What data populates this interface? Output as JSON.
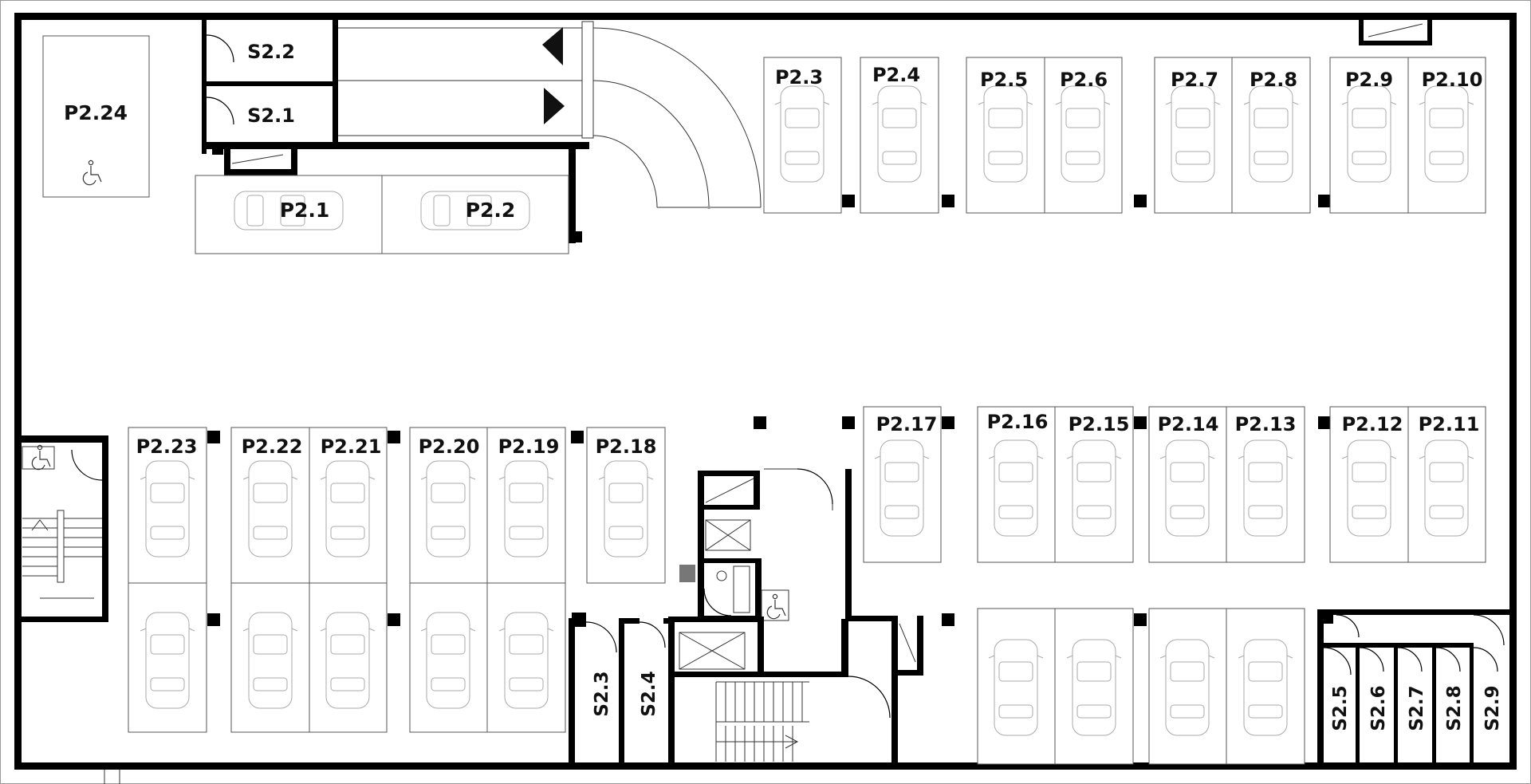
{
  "labels": {
    "p2_1": "P2.1",
    "p2_2": "P2.2",
    "p2_3": "P2.3",
    "p2_4": "P2.4",
    "p2_5": "P2.5",
    "p2_6": "P2.6",
    "p2_7": "P2.7",
    "p2_8": "P2.8",
    "p2_9": "P2.9",
    "p2_10": "P2.10",
    "p2_11": "P2.11",
    "p2_12": "P2.12",
    "p2_13": "P2.13",
    "p2_14": "P2.14",
    "p2_15": "P2.15",
    "p2_16": "P2.16",
    "p2_17": "P2.17",
    "p2_18": "P2.18",
    "p2_19": "P2.19",
    "p2_20": "P2.20",
    "p2_21": "P2.21",
    "p2_22": "P2.22",
    "p2_23": "P2.23",
    "p2_24": "P2.24",
    "s2_1": "S2.1",
    "s2_2": "S2.2",
    "s2_3": "S2.3",
    "s2_4": "S2.4",
    "s2_5": "S2.5",
    "s2_6": "S2.6",
    "s2_7": "S2.7",
    "s2_8": "S2.8",
    "s2_9": "S2.9"
  },
  "icons": {
    "accessible": "wheelchair-icon",
    "lift": "elevator-icon",
    "stairs": "staircase-icon",
    "direction": "arrow-icon"
  },
  "colors": {
    "wall": "#000000",
    "line": "#555555",
    "car_outline": "#aaaaaa"
  }
}
